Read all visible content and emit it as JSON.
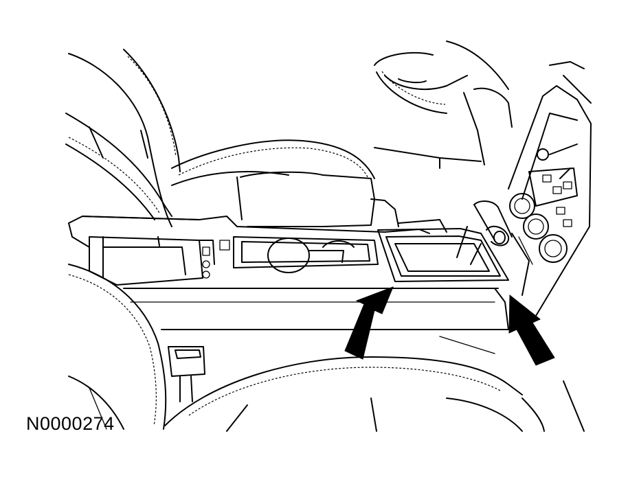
{
  "figure": {
    "reference_code": "N0000274",
    "subject": "center-console-shifter-bezel",
    "callouts": [
      {
        "name": "left-arrow",
        "points_to": "shifter-bezel-front-left"
      },
      {
        "name": "right-arrow",
        "points_to": "shifter-bezel-front-right"
      }
    ]
  },
  "colors": {
    "line": "#000000",
    "background": "#ffffff"
  }
}
